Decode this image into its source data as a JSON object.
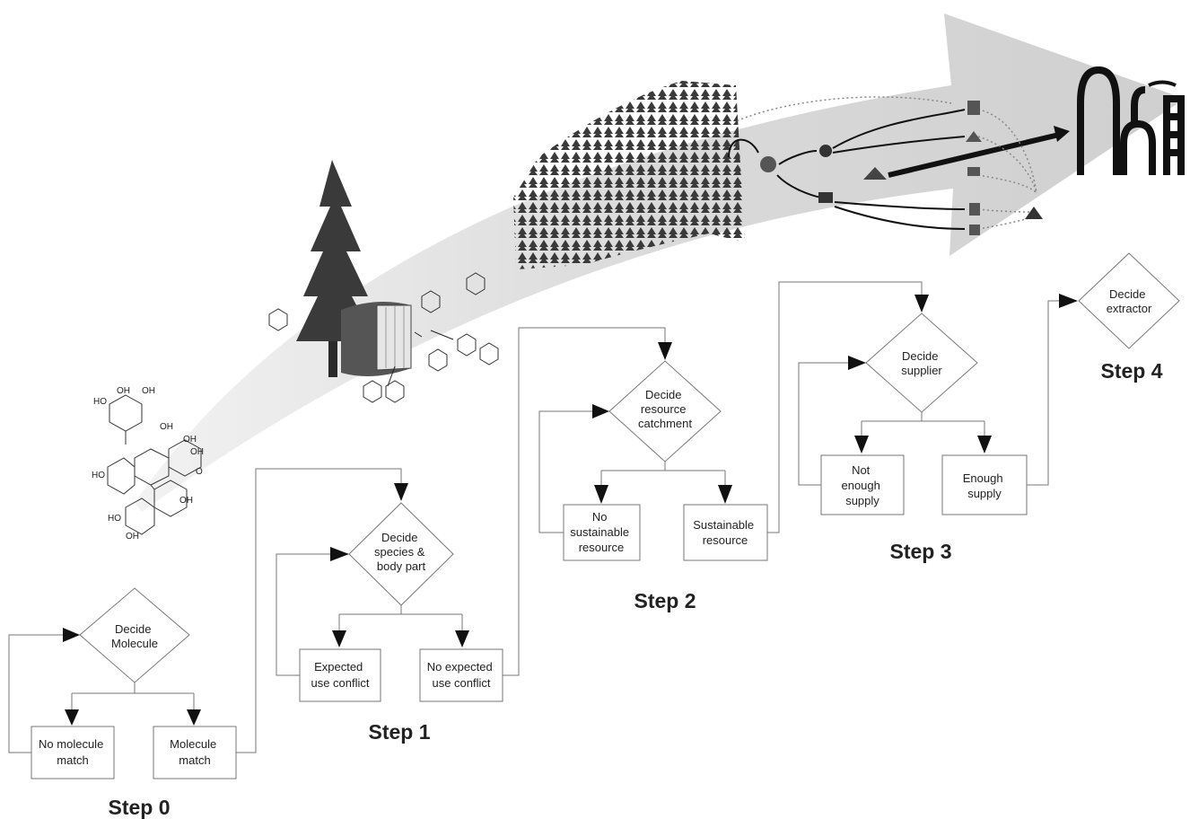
{
  "steps": [
    {
      "label": "Step 0",
      "decision": [
        "Decide",
        "Molecule"
      ],
      "left": [
        "No molecule",
        "match"
      ],
      "right": [
        "Molecule",
        "match"
      ]
    },
    {
      "label": "Step 1",
      "decision": [
        "Decide",
        "species &",
        "body part"
      ],
      "left": [
        "Expected",
        "use conflict"
      ],
      "right": [
        "No expected",
        "use conflict"
      ]
    },
    {
      "label": "Step 2",
      "decision": [
        "Decide",
        "resource",
        "catchment"
      ],
      "left": [
        "No",
        "sustainable",
        "resource"
      ],
      "right": [
        "Sustainable",
        "resource"
      ]
    },
    {
      "label": "Step 3",
      "decision": [
        "Decide",
        "supplier"
      ],
      "left": [
        "Not",
        "enough",
        "supply"
      ],
      "right": [
        "Enough",
        "supply"
      ]
    },
    {
      "label": "Step 4",
      "decision": [
        "Decide",
        "extractor"
      ]
    }
  ],
  "molecule_labels": {
    "oh": "OH",
    "ho": "HO",
    "o": "O"
  },
  "colors": {
    "arrow_band": "#d9d9d9",
    "ink": "#222222",
    "box_stroke": "#777777",
    "forest": "#3a3a3a"
  },
  "icons": [
    "tannin-molecule-icon",
    "conifer-tree-icon",
    "log-cross-section-icon",
    "forest-icon",
    "logs-icon",
    "sawmill-icon",
    "pulp-mill-icon",
    "biorefinery-icon"
  ]
}
